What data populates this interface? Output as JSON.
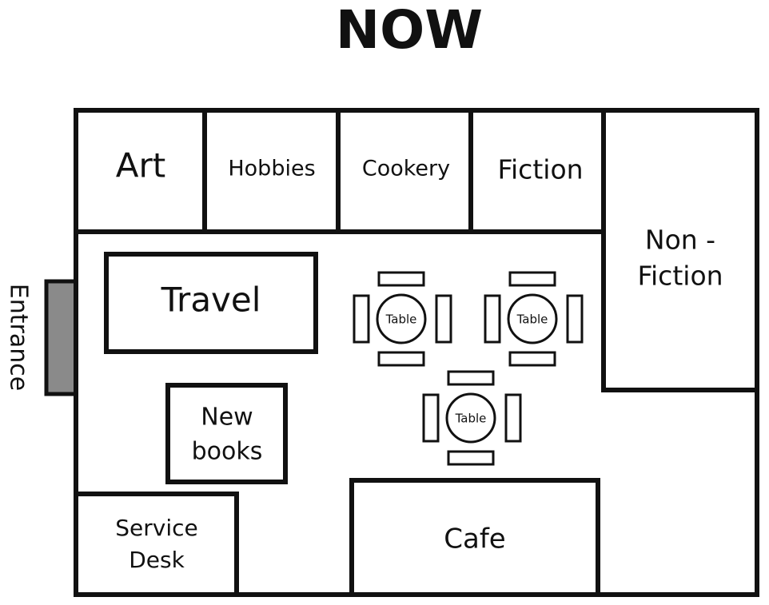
{
  "title": "NOW",
  "entrance": {
    "label": "Entrance",
    "color": "#8a8a8a"
  },
  "top_sections": [
    "Art",
    "Hobbies",
    "Cookery",
    "Fiction"
  ],
  "non_fiction": {
    "line1": "Non -",
    "line2": "Fiction"
  },
  "travel": "Travel",
  "new_books": {
    "line1": "New",
    "line2": "books"
  },
  "service_desk": {
    "line1": "Service",
    "line2": "Desk"
  },
  "cafe": "Cafe",
  "tables": [
    "Table",
    "Table",
    "Table"
  ]
}
